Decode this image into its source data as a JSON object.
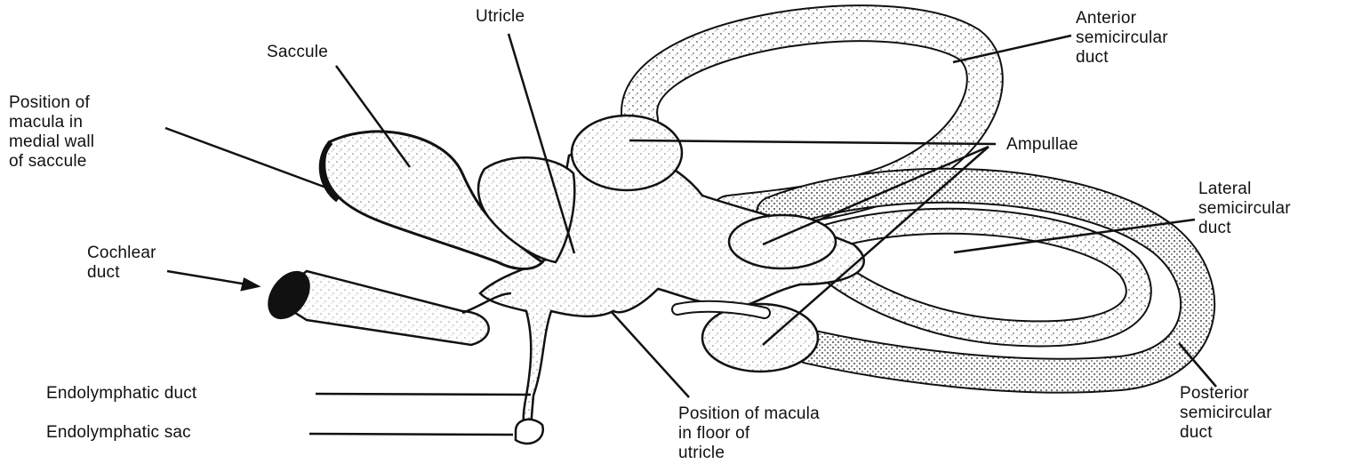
{
  "diagram": {
    "labels": {
      "utricle": "Utricle",
      "saccule": "Saccule",
      "macula_saccule": "Position of\nmacula in\nmedial wall\nof saccule",
      "cochlear_duct": "Cochlear\nduct",
      "endolymphatic_duct": "Endolymphatic duct",
      "endolymphatic_sac": "Endolymphatic sac",
      "macula_utricle": "Position of macula\nin floor of\nutricle",
      "anterior_duct": "Anterior\nsemicircular\nduct",
      "ampullae": "Ampullae",
      "lateral_duct": "Lateral\nsemicircular\nduct",
      "posterior_duct": "Posterior\nsemicircular\nduct"
    },
    "colors": {
      "ink": "#111111",
      "fill": "#ffffff"
    }
  }
}
